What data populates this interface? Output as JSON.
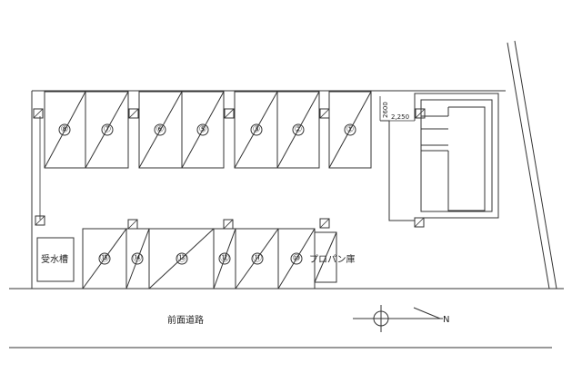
{
  "site_plan": {
    "spaces_top": [
      {
        "no": "⑧"
      },
      {
        "no": "⑦"
      },
      {
        "no": "⑥"
      },
      {
        "no": "⑤"
      },
      {
        "no": "③"
      },
      {
        "no": "②"
      },
      {
        "no": "①"
      }
    ],
    "spaces_bottom": [
      {
        "no": "⑮"
      },
      {
        "no": "⑭"
      },
      {
        "no": "⑬"
      },
      {
        "no": "⑫"
      },
      {
        "no": "⑪"
      },
      {
        "no": "⑩"
      }
    ],
    "water_tank_label": "受水槽",
    "propane_label": "プロパン庫",
    "road_label": "前面道路",
    "north_label": "N",
    "dim_vertical": "2600",
    "dim_horizontal": "2,250"
  }
}
